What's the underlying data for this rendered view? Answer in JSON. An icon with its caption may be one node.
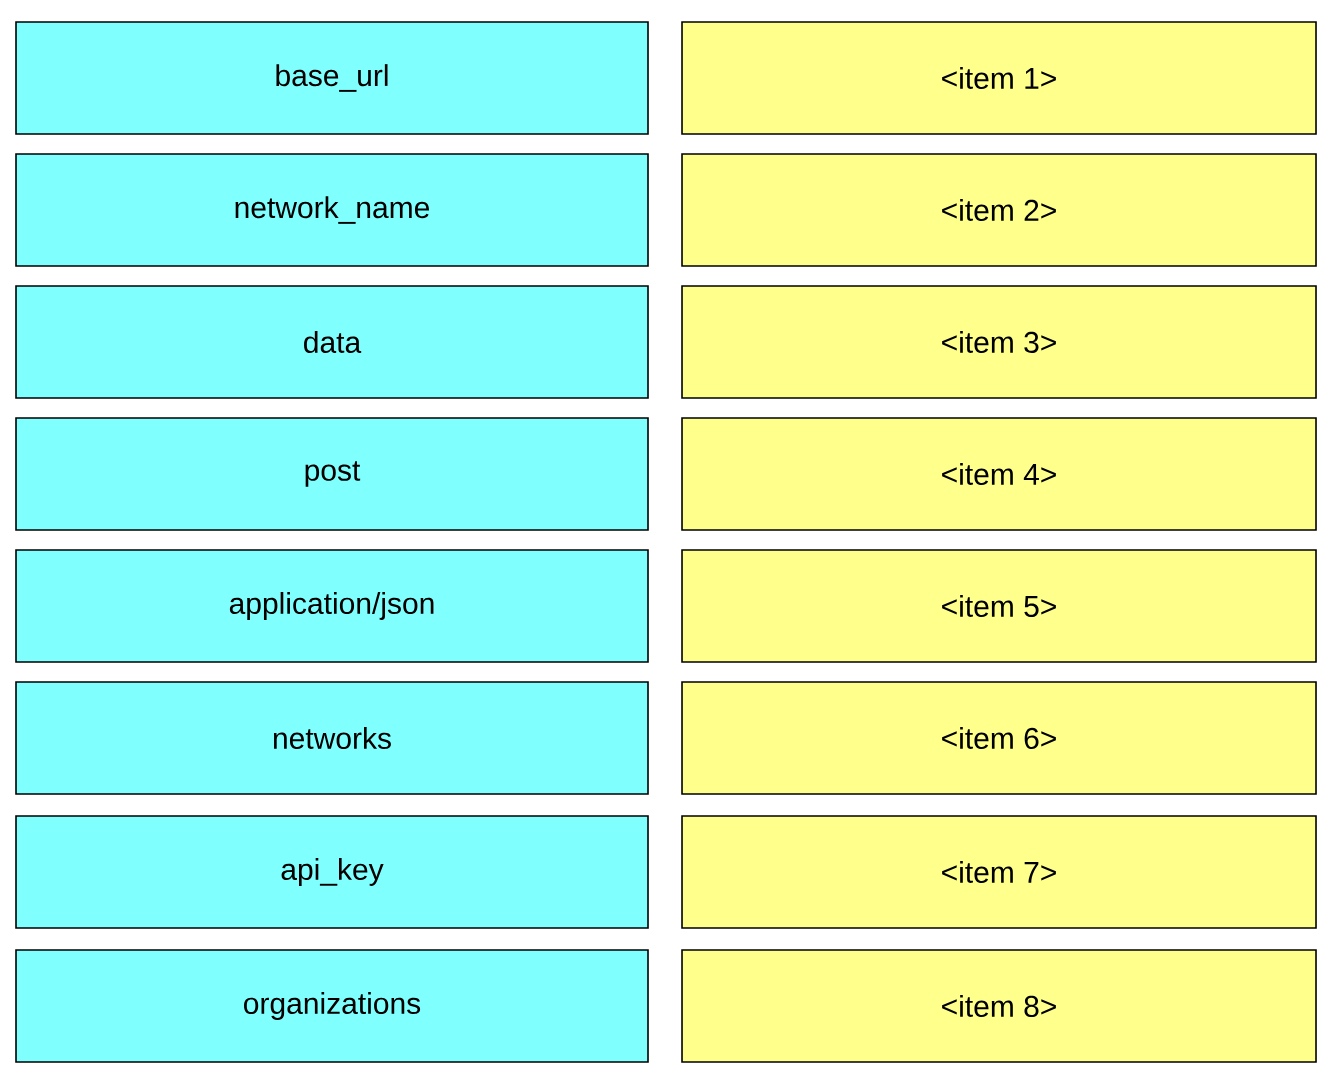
{
  "diagram": {
    "nodes": [
      {
        "text": [
          "base_url"
        ]
      },
      {
        "text": [
          "<item 1>"
        ]
      },
      {
        "text": [
          "network_name"
        ]
      },
      {
        "text": [
          "<item 2>"
        ]
      },
      {
        "text": [
          "data"
        ]
      },
      {
        "text": [
          "<item 3>"
        ]
      },
      {
        "text": [
          "post"
        ]
      },
      {
        "text": [
          "<item 4>"
        ]
      },
      {
        "text": [
          "application/json"
        ]
      },
      {
        "text": [
          "<item 5>"
        ]
      },
      {
        "text": [
          "networks"
        ]
      },
      {
        "text": [
          "<item 6>"
        ]
      },
      {
        "text": [
          "api_key"
        ]
      },
      {
        "text": [
          "<item 7>"
        ]
      },
      {
        "text": [
          "organizations"
        ]
      },
      {
        "text": [
          "<item 8>"
        ]
      }
    ]
  }
}
